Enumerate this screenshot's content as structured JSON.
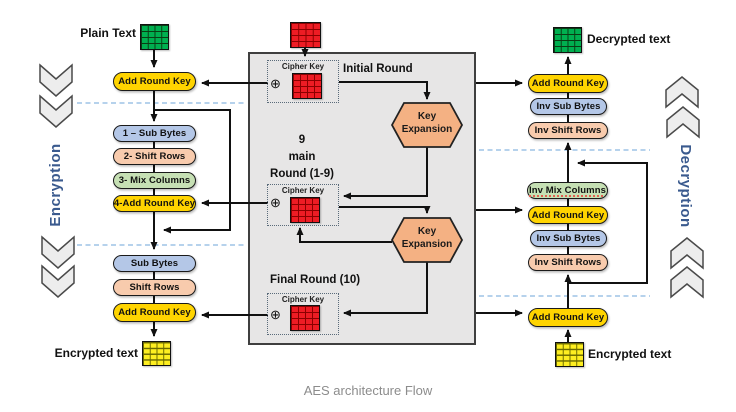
{
  "caption": "AES architecture Flow",
  "colors": {
    "round_key_yellow": "#ffd400",
    "sub_bytes_blue": "#b4c7e7",
    "shift_rows_peach": "#f8cbad",
    "mix_columns_green": "#c6e0b4",
    "key_expansion_orange": "#f4b183",
    "panel_gray": "#e7e6e6",
    "state_red": "#ed1c24",
    "state_green": "#00b050",
    "state_yellow": "#fdee21",
    "side_label_blue": "#3a5a8e"
  },
  "encryption": {
    "side_label": "Encryption",
    "input_label": "Plain Text",
    "output_label": "Encrypted text",
    "initial_add_round_key": "Add Round Key",
    "rounds": [
      "1 – Sub Bytes",
      "2- Shift Rows",
      "3- Mix Columns",
      "4-Add Round Key"
    ],
    "final_rounds": [
      "Sub Bytes",
      "Shift Rows",
      "Add Round Key"
    ]
  },
  "key_schedule": {
    "initial_round": "Initial Round",
    "main_round_lines": [
      "9",
      "main",
      "Round (1-9)"
    ],
    "final_round": "Final Round (10)",
    "cipher_key": "Cipher Key",
    "xor": "⊕",
    "key_expansion": [
      "Key",
      "Expansion"
    ]
  },
  "decryption": {
    "side_label": "Decryption",
    "output_label": "Decrypted text",
    "input_label": "Encrypted text",
    "top_group": [
      "Add Round Key",
      "Inv Sub Bytes",
      "Inv Shift Rows"
    ],
    "middle_group": [
      "Inv Mix Columns",
      "Add Round Key",
      "Inv Sub Bytes",
      "Inv Shift Rows"
    ],
    "bottom_add_round_key": "Add Round Key"
  }
}
